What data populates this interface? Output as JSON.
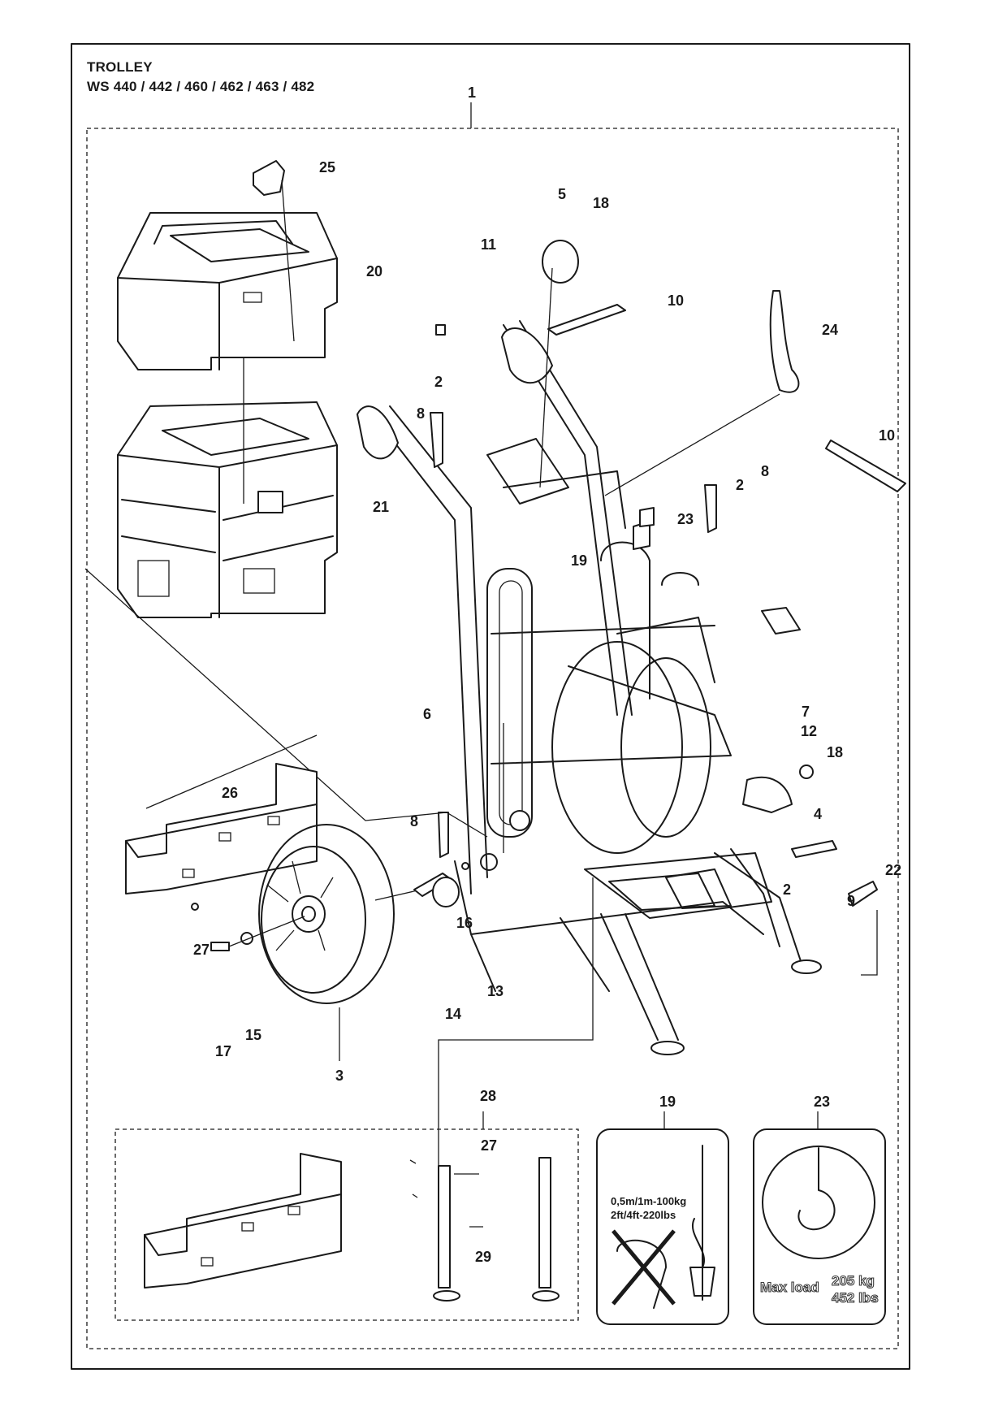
{
  "title": {
    "line1": "TROLLEY",
    "line2": "WS 440 / 442 / 460 / 462 / 463 / 482"
  },
  "parts": [
    {
      "id": "p1",
      "label": "1"
    },
    {
      "id": "p25",
      "label": "25"
    },
    {
      "id": "p20",
      "label": "20"
    },
    {
      "id": "p21",
      "label": "21"
    },
    {
      "id": "p5",
      "label": "5"
    },
    {
      "id": "p18a",
      "label": "18"
    },
    {
      "id": "p11",
      "label": "11"
    },
    {
      "id": "p10a",
      "label": "10"
    },
    {
      "id": "p24",
      "label": "24"
    },
    {
      "id": "p2a",
      "label": "2"
    },
    {
      "id": "p8a",
      "label": "8"
    },
    {
      "id": "p10b",
      "label": "10"
    },
    {
      "id": "p2b",
      "label": "2"
    },
    {
      "id": "p8b",
      "label": "8"
    },
    {
      "id": "p23a",
      "label": "23"
    },
    {
      "id": "p19a",
      "label": "19"
    },
    {
      "id": "p6",
      "label": "6"
    },
    {
      "id": "p7",
      "label": "7"
    },
    {
      "id": "p12",
      "label": "12"
    },
    {
      "id": "p18b",
      "label": "18"
    },
    {
      "id": "p4",
      "label": "4"
    },
    {
      "id": "p26",
      "label": "26"
    },
    {
      "id": "p8c",
      "label": "8"
    },
    {
      "id": "p2c",
      "label": "2"
    },
    {
      "id": "p9",
      "label": "9"
    },
    {
      "id": "p22",
      "label": "22"
    },
    {
      "id": "p27a",
      "label": "27"
    },
    {
      "id": "p16",
      "label": "16"
    },
    {
      "id": "p13",
      "label": "13"
    },
    {
      "id": "p14",
      "label": "14"
    },
    {
      "id": "p15",
      "label": "15"
    },
    {
      "id": "p17",
      "label": "17"
    },
    {
      "id": "p3",
      "label": "3"
    },
    {
      "id": "p28",
      "label": "28"
    },
    {
      "id": "p27b",
      "label": "27"
    },
    {
      "id": "p29",
      "label": "29"
    },
    {
      "id": "p19b",
      "label": "19"
    },
    {
      "id": "p23b",
      "label": "23"
    }
  ],
  "decal19": {
    "line1": "0,5m/1m-100kg",
    "line2": "2ft/4ft-220lbs"
  },
  "decal23": {
    "max_load": "Max load",
    "kg": "205 kg",
    "lbs": "452 lbs"
  }
}
